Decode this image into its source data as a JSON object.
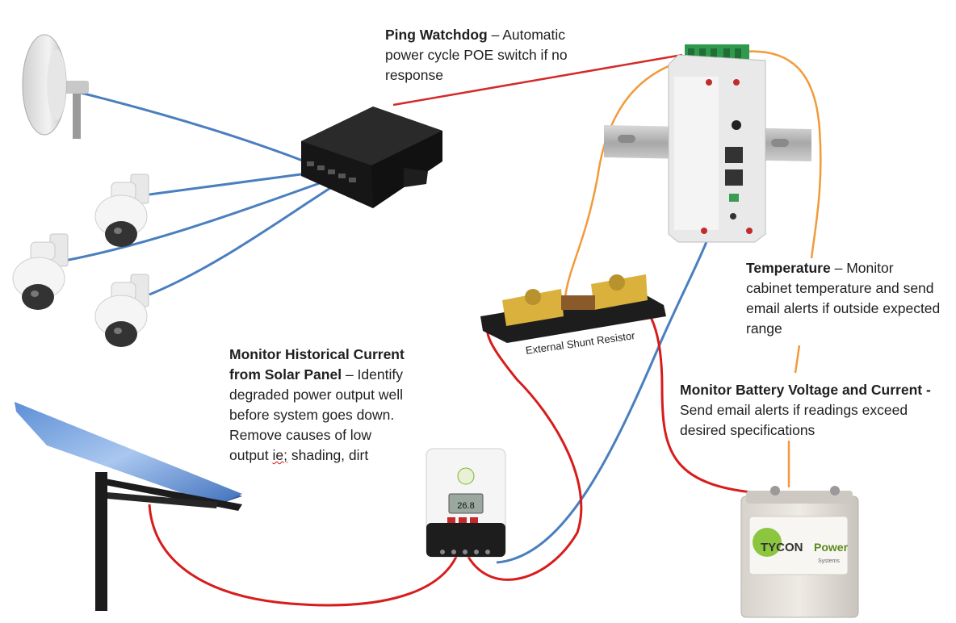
{
  "annotations": {
    "ping_watchdog": {
      "title": "Ping Watchdog",
      "lines": [
        "– Automatic",
        "power cycle POE switch if no",
        "response"
      ]
    },
    "temperature": {
      "title": "Temperature",
      "lines": [
        "– Monitor",
        "cabinet temperature and send",
        "email alerts if outside expected",
        "range"
      ]
    },
    "solar": {
      "title_lines": [
        "Monitor Historical Current",
        "from Solar Panel"
      ],
      "lines": [
        "– Identify",
        "degraded power output well",
        "before system goes down.",
        "Remove causes of low"
      ],
      "last_line_prefix": "output ",
      "last_line_flagged": "ie;",
      "last_line_suffix": " shading, dirt"
    },
    "battery": {
      "title": "Monitor Battery Voltage and Current -",
      "lines": [
        "Send email alerts if readings exceed",
        "desired specifications"
      ]
    }
  },
  "shunt_label": "External Shunt Resistor",
  "controller_display": "26.8",
  "battery_brand": {
    "name": "TYCON",
    "word": "Power",
    "sub": "Systems"
  },
  "colors": {
    "poe_cable": "#4a7fbf",
    "power_red": "#d81c1c",
    "sensor_orange": "#f29a3a",
    "ping_red": "#d42a2a"
  }
}
